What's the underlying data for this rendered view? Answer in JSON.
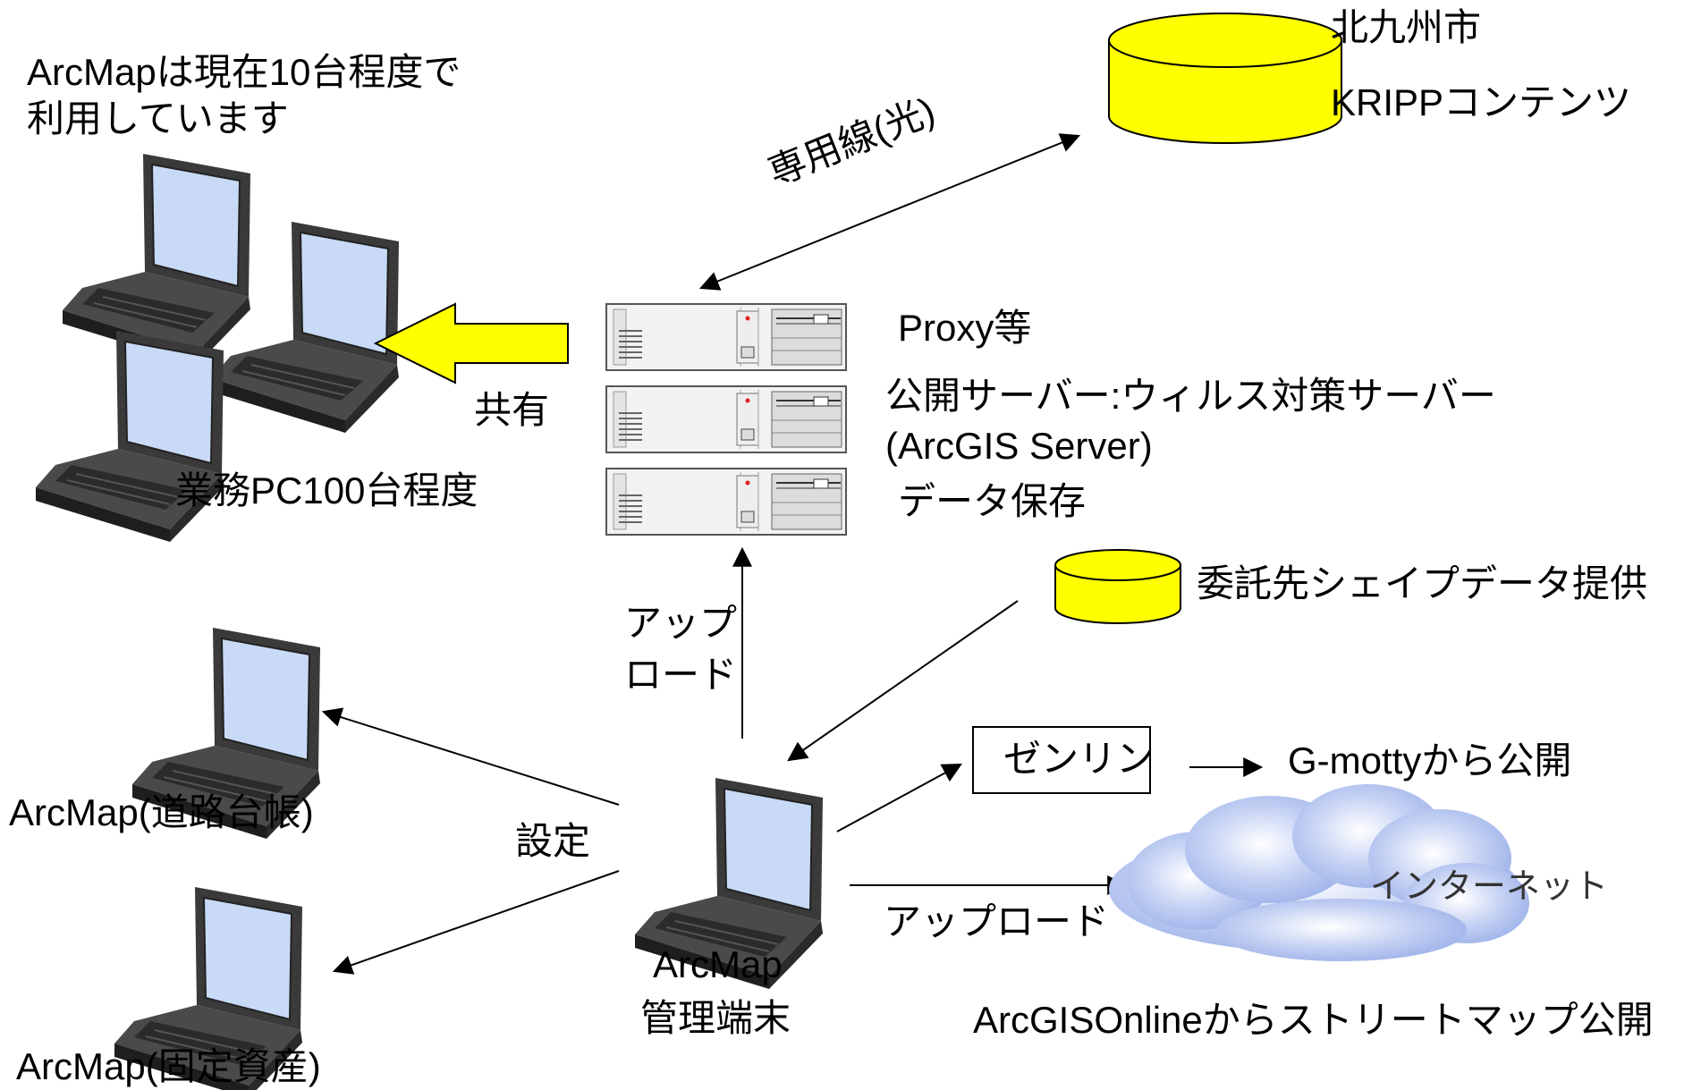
{
  "labels": {
    "arcmap_note_line1": "ArcMapは現在10台程度で",
    "arcmap_note_line2": "利用しています",
    "city_name": "北九州市",
    "kripp_contents": "KRIPPコンテンツ",
    "dedicated_line": "専用線(光)",
    "proxy": "Proxy等",
    "public_server": "公開サーバー:ウィルス対策サーバー",
    "arcgis_server": "(ArcGIS Server)",
    "data_storage": "データ保存",
    "shared": "共有",
    "business_pcs": "業務PC100台程度",
    "contractor_shape": "委託先シェイプデータ提供",
    "upload_vertical_line1": "アップ",
    "upload_vertical_line2": "ロード",
    "zenrin": "ゼンリン",
    "gmotty": "G-mottyから公開",
    "internet": "インターネット",
    "upload_horizontal": "アップロード",
    "arcgis_online": "ArcGISOnlineからストリートマップ公開",
    "arcmap_admin_line1": "ArcMap",
    "arcmap_admin_line2": "管理端末",
    "arcmap_road": "ArcMap(道路台帳)",
    "arcmap_asset": "ArcMap(固定資産)",
    "settings": "設定"
  },
  "colors": {
    "database_fill": "#ffff00",
    "shared_arrow_fill": "#ffff00",
    "laptop_screen": "#c8daf6",
    "laptop_body": "#3a3a3a",
    "server_face": "#f2f2f2",
    "cloud_fill": "#a9bdf0"
  },
  "icons": {
    "database": "database-cylinder-icon",
    "server": "rack-server-icon",
    "laptop": "laptop-icon",
    "cloud": "cloud-icon"
  }
}
